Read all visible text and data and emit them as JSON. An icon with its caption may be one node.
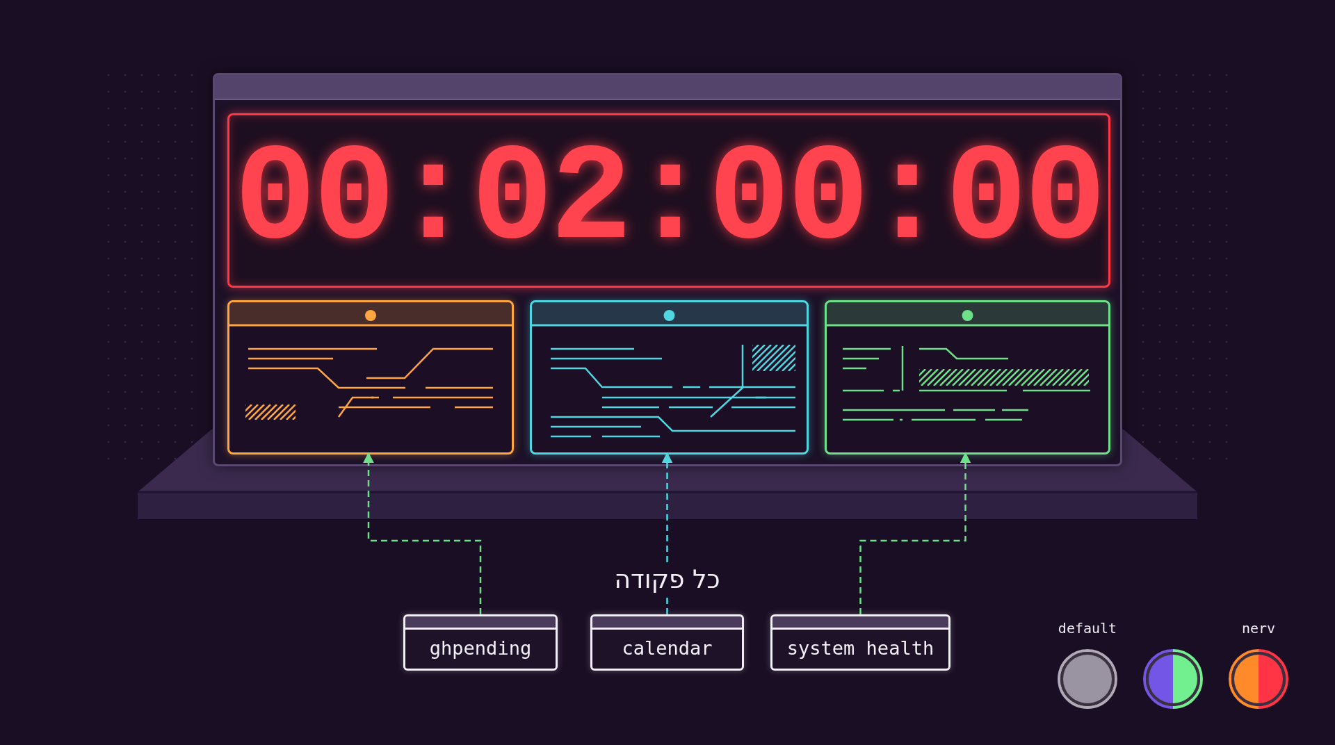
{
  "diagram": {
    "nodes": [
      {
        "text": [],
        "shape": "box"
      },
      {
        "text": [
          "00:02:00:00"
        ],
        "in": 0
      },
      {
        "text": [],
        "shape": "box",
        "in": 0
      },
      {
        "text": [],
        "shape": "box",
        "in": 0
      },
      {
        "text": [],
        "shape": "box",
        "in": 0
      },
      {
        "text": [
          "ghpending"
        ]
      },
      {
        "text": [
          "calendar"
        ]
      },
      {
        "text": [
          "system health"
        ]
      },
      {
        "text": [
          "default"
        ]
      },
      {
        "text": [],
        "shape": "circle"
      },
      {
        "text": [
          "nerv"
        ]
      }
    ],
    "edges": [
      {
        "from": 5,
        "to": 2,
        "arrow": "to",
        "style": "dashed",
        "color": "#6ee08a"
      },
      {
        "from": 6,
        "to": 3,
        "arrow": "to",
        "style": "dashed",
        "color": "#4fd6e0",
        "label": "כל פקודה"
      },
      {
        "from": 7,
        "to": 4,
        "arrow": "to",
        "style": "dashed",
        "color": "#6ee08a"
      }
    ]
  }
}
